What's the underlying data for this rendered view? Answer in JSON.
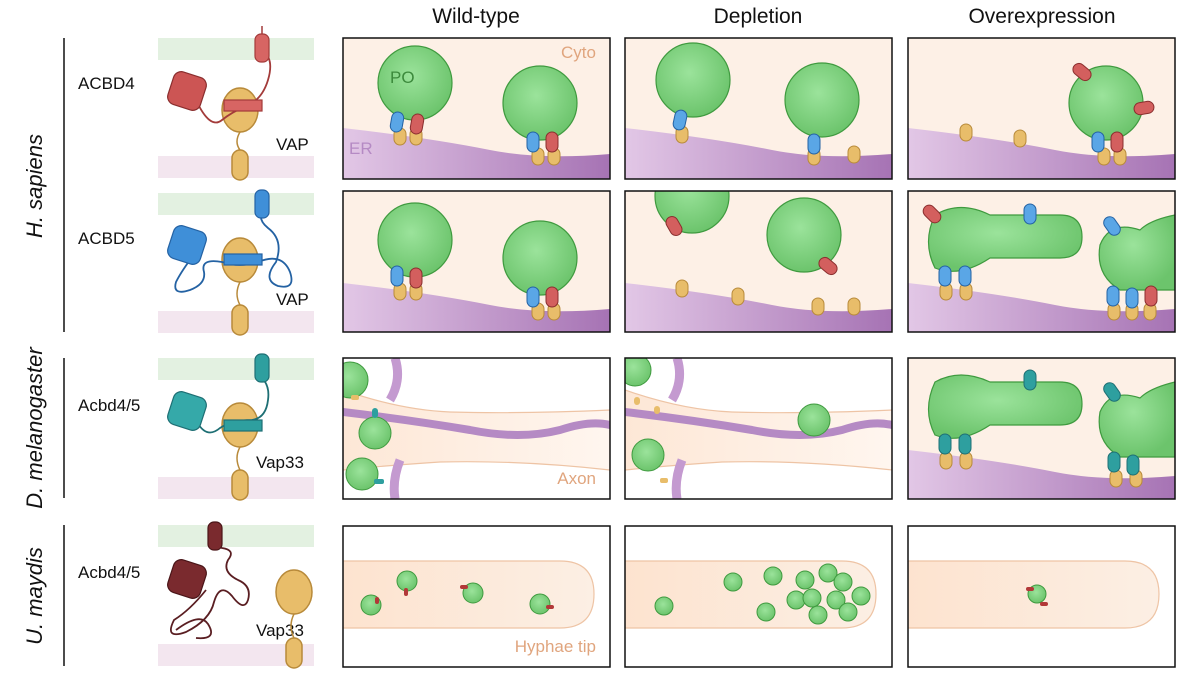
{
  "columns": [
    "Wild-type",
    "Depletion",
    "Overexpression"
  ],
  "rows": [
    {
      "protein": "ACBD4",
      "partner": "VAP",
      "color": "#c9504f"
    },
    {
      "protein": "ACBD5",
      "partner": "VAP",
      "color": "#3f8fd8"
    },
    {
      "protein": "Acbd4/5",
      "partner": "Vap33",
      "color": "#2e9f9f"
    },
    {
      "protein": "Acbd4/5",
      "partner": "Vap33",
      "color": "#7a2a2e"
    }
  ],
  "species": [
    "H. sapiens",
    "D. melanogaster",
    "U. maydis"
  ],
  "labels": {
    "cyto": "Cyto",
    "po": "PO",
    "er": "ER",
    "axon": "Axon",
    "hyphae": "Hyphae tip"
  },
  "colors": {
    "cytosol": "#fdf0e6",
    "peroxisome": "#7fd07f",
    "peroxisome_edge": "#3f9a3f",
    "er": "#c49ad0",
    "vap": "#e8bd6a",
    "membrane_green": "#e3f1e1",
    "membrane_pink": "#f3e6ef"
  }
}
